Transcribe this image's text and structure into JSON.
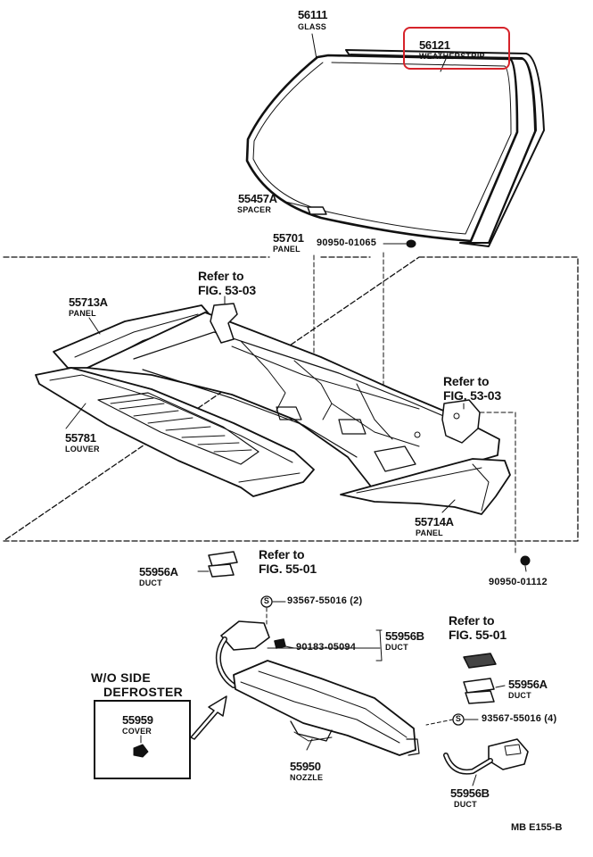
{
  "diagram": {
    "highlight_color": "#d6232a",
    "parts": [
      {
        "number": "56111",
        "name": "GLASS"
      },
      {
        "number": "56121",
        "name": "WEATHERSTRIP"
      },
      {
        "number": "55457A",
        "name": "SPACER"
      },
      {
        "number": "55701",
        "name": "PANEL"
      },
      {
        "number": "90950-01065",
        "name": ""
      },
      {
        "number": "55713A",
        "name": "PANEL"
      },
      {
        "number": "55781",
        "name": "LOUVER"
      },
      {
        "number": "55714A",
        "name": "PANEL"
      },
      {
        "number": "90950-01112",
        "name": ""
      },
      {
        "number": "55956A",
        "name": "DUCT"
      },
      {
        "number": "93567-55016 (2)",
        "name": ""
      },
      {
        "number": "90183-05094",
        "name": ""
      },
      {
        "number": "55956B",
        "name": "DUCT"
      },
      {
        "number": "55956A",
        "name": "DUCT"
      },
      {
        "number": "93567-55016 (4)",
        "name": ""
      },
      {
        "number": "55950",
        "name": "NOZZLE"
      },
      {
        "number": "55956B",
        "name": "DUCT"
      },
      {
        "number": "55959",
        "name": "COVER"
      }
    ],
    "refs": [
      {
        "line1": "Refer to",
        "line2": "FIG. 53-03"
      },
      {
        "line1": "Refer to",
        "line2": "FIG. 53-03"
      },
      {
        "line1": "Refer to",
        "line2": "FIG. 55-01"
      },
      {
        "line1": "Refer to",
        "line2": "FIG. 55-01"
      }
    ],
    "wo_side": {
      "line1": "W/O SIDE",
      "line2": "DEFROSTER"
    },
    "screw_symbol": "S",
    "footer": "MB  E155-B"
  }
}
